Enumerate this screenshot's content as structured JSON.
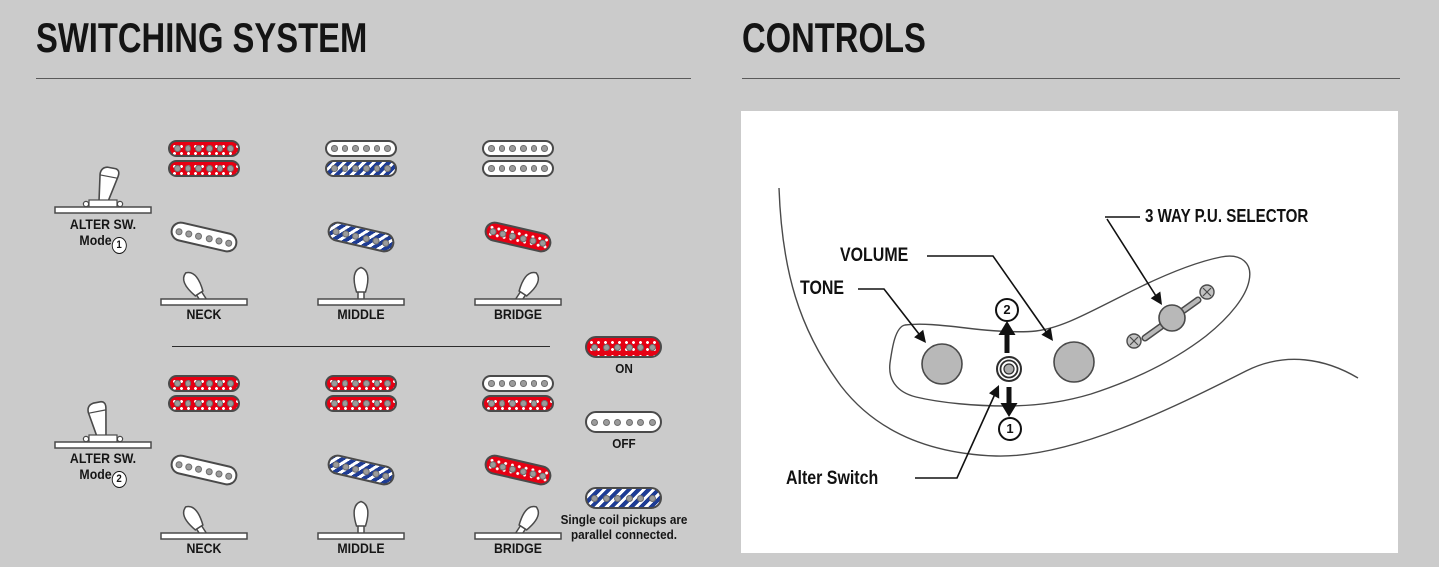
{
  "background": "#cbcbcb",
  "colors": {
    "on_red": "#e60013",
    "off_white": "#ffffff",
    "parallel_blue": "#1e3c94",
    "pole_gray": "#9b9b9b",
    "outline": "#4a4a4a",
    "knob_gray": "#b8b8b8"
  },
  "switching": {
    "title": "SWITCHING SYSTEM",
    "modes": [
      {
        "label_line1": "ALTER SW.",
        "label_line2": "Mode",
        "mode_number": "1",
        "lever_tilt": "right",
        "positions": [
          {
            "label": "NECK",
            "selector": "left",
            "humbucker": [
              "on",
              "on"
            ],
            "single": "off"
          },
          {
            "label": "MIDDLE",
            "selector": "center",
            "humbucker": [
              "off",
              "parallel"
            ],
            "single": "parallel"
          },
          {
            "label": "BRIDGE",
            "selector": "right",
            "humbucker": [
              "off",
              "off"
            ],
            "single": "on"
          }
        ]
      },
      {
        "label_line1": "ALTER SW.",
        "label_line2": "Mode",
        "mode_number": "2",
        "lever_tilt": "left",
        "positions": [
          {
            "label": "NECK",
            "selector": "left",
            "humbucker": [
              "on",
              "on"
            ],
            "single": "off"
          },
          {
            "label": "MIDDLE",
            "selector": "center",
            "humbucker": [
              "on",
              "on"
            ],
            "single": "parallel"
          },
          {
            "label": "BRIDGE",
            "selector": "right",
            "humbucker": [
              "off",
              "on"
            ],
            "single": "on"
          }
        ]
      }
    ],
    "legend": [
      {
        "state": "on",
        "label": "ON"
      },
      {
        "state": "off",
        "label": "OFF"
      },
      {
        "state": "parallel",
        "label": "Single coil pickups are\nparallel connected."
      }
    ]
  },
  "controls": {
    "title": "CONTROLS",
    "labels": {
      "volume": "VOLUME",
      "tone": "TONE",
      "selector": "3 WAY P.U. SELECTOR",
      "alter_switch": "Alter Switch",
      "up_number": "2",
      "down_number": "1"
    }
  }
}
